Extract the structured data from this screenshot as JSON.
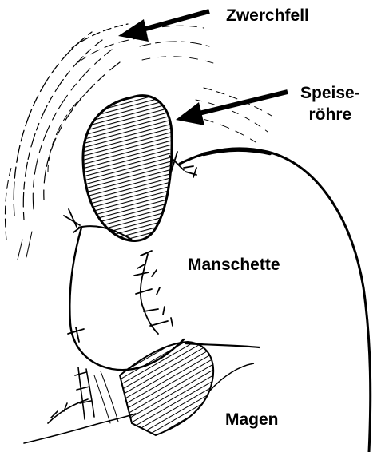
{
  "labels": {
    "diaphragm": "Zwerchfell",
    "esophagus_line1": "Speise-",
    "esophagus_line2": "röhre",
    "cuff": "Manschette",
    "stomach": "Magen"
  },
  "colors": {
    "ink": "#000000",
    "background": "#ffffff"
  }
}
